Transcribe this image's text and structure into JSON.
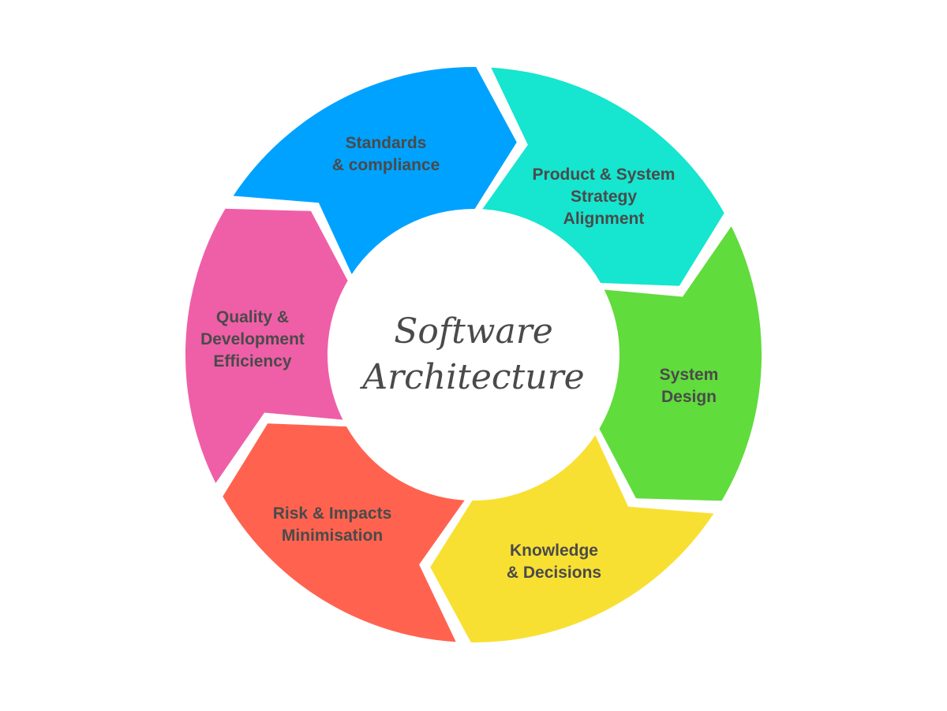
{
  "title": {
    "line1": "Software",
    "line2": "Architecture"
  },
  "segments": [
    {
      "lines": [
        "Standards",
        "& compliance"
      ],
      "color": "#00a2ff"
    },
    {
      "lines": [
        "Product & System",
        "Strategy",
        "Alignment"
      ],
      "color": "#16e5cf"
    },
    {
      "lines": [
        "System",
        "Design"
      ],
      "color": "#60dc3c"
    },
    {
      "lines": [
        "Knowledge",
        "& Decisions"
      ],
      "color": "#f8e033"
    },
    {
      "lines": [
        "Risk & Impacts",
        "Minimisation"
      ],
      "color": "#ff634f"
    },
    {
      "lines": [
        "Quality &",
        "Development",
        "Efficiency"
      ],
      "color": "#ef5fa7"
    }
  ]
}
